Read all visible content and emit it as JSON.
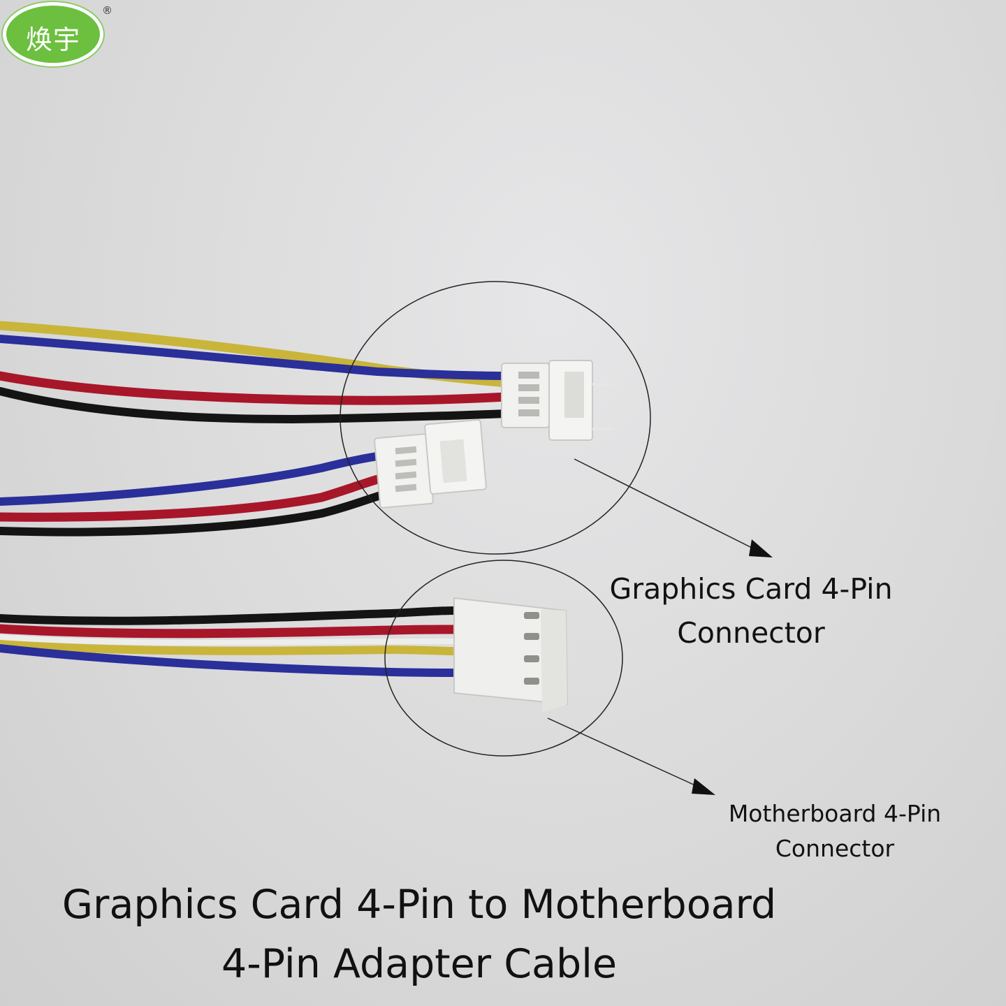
{
  "logo": {
    "text": "焕宇",
    "registered_mark": "®"
  },
  "labels": {
    "gpu_connector_line1": "Graphics Card 4-Pin",
    "gpu_connector_line2": "Connector",
    "motherboard_connector_line1": "Motherboard 4-Pin",
    "motherboard_connector_line2": "Connector"
  },
  "caption": {
    "line1": "Graphics Card 4-Pin to Motherboard",
    "line2": "4-Pin Adapter Cable"
  },
  "colors": {
    "wire_yellow": "#c9b53a",
    "wire_blue": "#2a2f9a",
    "wire_red": "#a8162a",
    "wire_black": "#141414",
    "connector_white": "#f3f3f1",
    "logo_green": "#6cbf3f"
  }
}
